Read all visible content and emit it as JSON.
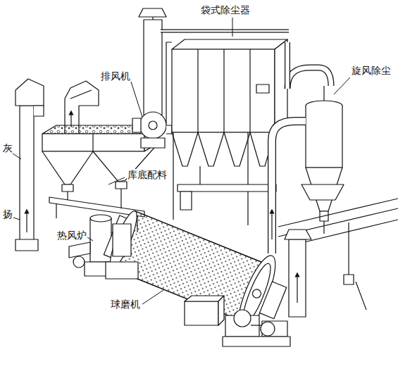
{
  "diagram": {
    "labels": [
      "袋式除尘器",
      "旋风除尘",
      "排风机",
      "灰",
      "库底配料",
      "热风炉",
      "球磨机",
      "扬"
    ]
  }
}
